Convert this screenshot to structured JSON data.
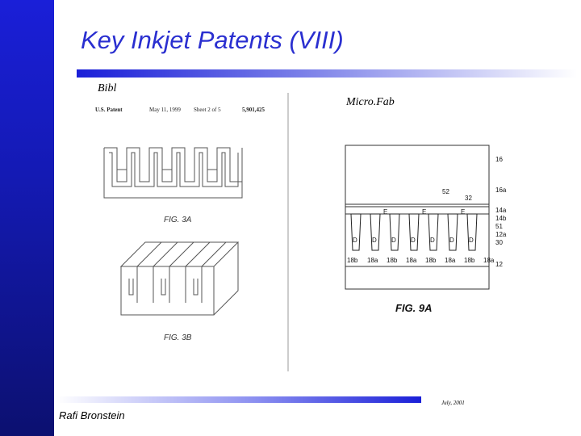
{
  "slide": {
    "title": "Key Inkjet Patents (VIII)",
    "left_label": "Bibl",
    "right_label": "Micro.Fab",
    "author": "Rafi Bronstein",
    "date": "July, 2001",
    "brand_color": "#1a1fd8"
  },
  "patent_sheet": {
    "left_header": "U.S. Patent",
    "date": "May 11, 1999",
    "sheet": "Sheet 2 of 5",
    "number": "5,901,425",
    "fig_a": "FIG. 3A",
    "fig_b": "FIG. 3B"
  },
  "microfab_figure": {
    "caption": "FIG. 9A",
    "callout_52": "52",
    "callout_32": "32",
    "labels_right": [
      "16",
      "16a",
      "14a",
      "14b",
      "51",
      "12a",
      "30",
      "12"
    ],
    "channel_labels": [
      "18b",
      "18a",
      "18b",
      "18a",
      "18b",
      "18a",
      "18b",
      "18a"
    ]
  }
}
